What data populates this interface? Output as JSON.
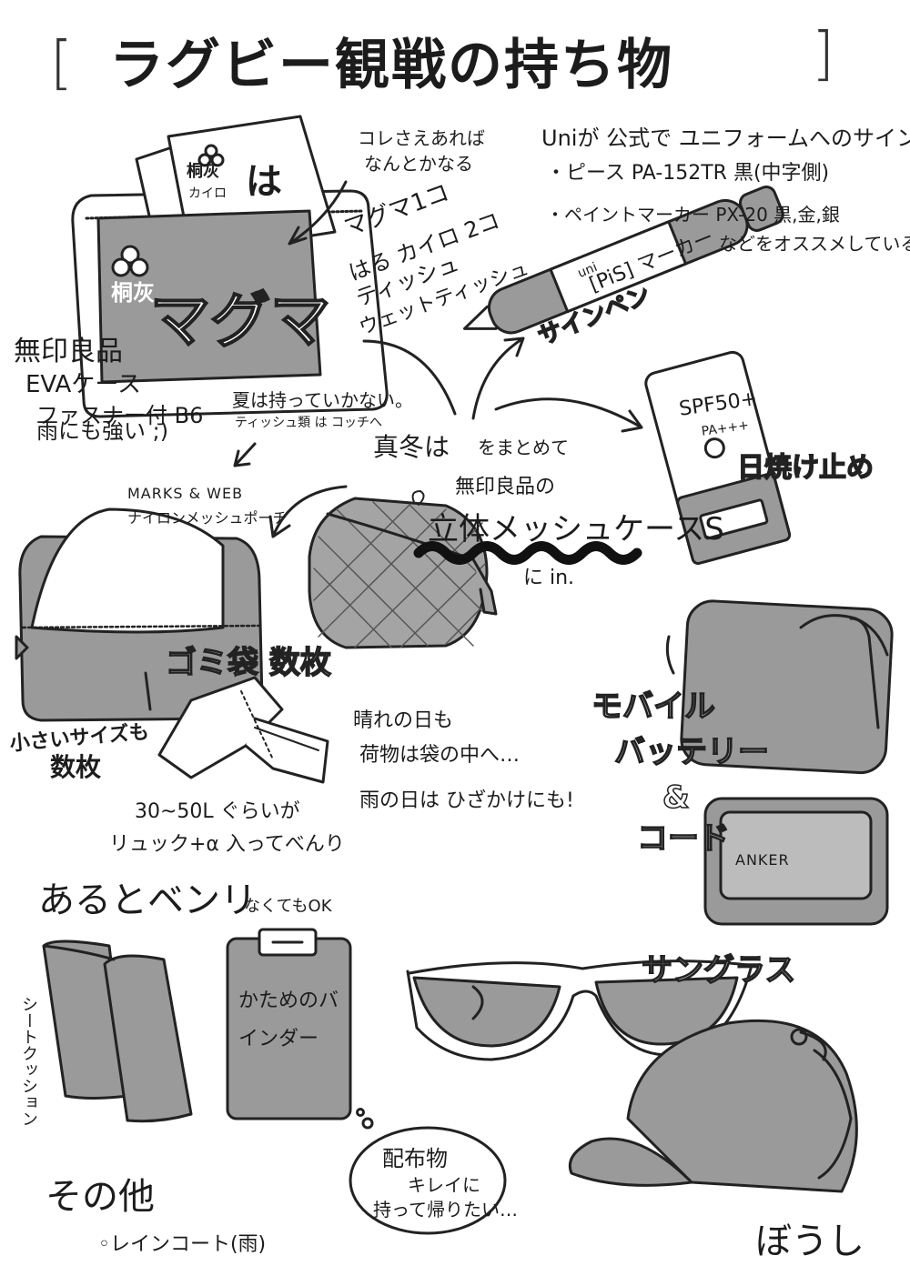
{
  "title": {
    "open_bracket": "[",
    "text": "ラグビー観戦の持ち物",
    "close_bracket": "]"
  },
  "hokaron": {
    "note_line1": "コレさえあれば",
    "note_line2": "なんとかなる",
    "magma_line1": "マグマ1コ",
    "magma_line2": "はる カイロ 2コ",
    "tissue": "ティッシュ",
    "wet_tissue": "ウェットティッシュ",
    "pack_brand": "桐灰",
    "pack_sub": "カイロ",
    "pack_big": "は",
    "magma_brand": "桐灰",
    "magma_big": "マグマ"
  },
  "eva_case": {
    "line1": "無印良品",
    "line2": "EVAケース",
    "line3": "ファスナー付 B6",
    "line4": "雨にも強い ;)"
  },
  "summer_note": {
    "line1": "夏は持っていかない。",
    "line2": "ティッシュ類 は コッチへ"
  },
  "pen_info": {
    "line1": "Uniが 公式で ユニフォームへのサインは",
    "line2": "・ピース PA-152TR 黒(中字側)",
    "line3": "・ペイントマーカー PX-20 黒,金,銀",
    "line4": "などをオススメしている!",
    "pen_brand": "uni",
    "pen_text": "[PiS] マーカー",
    "pen_label": "サインペン"
  },
  "center": {
    "winter": "真冬は",
    "collect": "をまとめて",
    "muji": "無印良品の",
    "mesh_case": "立体メッシュケースS",
    "in": "に in."
  },
  "sunscreen": {
    "spf": "SPF50+",
    "pa": "PA+++",
    "label": "日焼け止め"
  },
  "marks_web": {
    "line1": "MARKS & WEB",
    "line2": "ナイロンメッシュポーチ"
  },
  "garbage": {
    "label": "ゴミ袋 数枚",
    "small_line1": "小さいサイズも",
    "small_line2": "数枚",
    "size_line1": "30~50L ぐらいが",
    "size_line2": "リュック+α 入ってべんり"
  },
  "sunny": {
    "line1": "晴れの日も",
    "line2": "荷物は袋の中へ…",
    "line3": "雨の日は ひざかけにも!"
  },
  "battery": {
    "line1": "モバイル",
    "line2": "バッテリー",
    "line3": "&",
    "line4": "コード",
    "brand": "ANKER"
  },
  "handy": {
    "heading": "あるとベンリ",
    "sub": "なくてもOK"
  },
  "seat_cushion": "シートクッション",
  "binder": {
    "line1": "かためのバインダー"
  },
  "sunglasses": "サングラス",
  "handout": {
    "line1": "配布物",
    "line2": "キレイに",
    "line3": "持って帰りたい…"
  },
  "other": {
    "heading": "その他",
    "item": "◦レインコート(雨)"
  },
  "cap": "ぼうし"
}
